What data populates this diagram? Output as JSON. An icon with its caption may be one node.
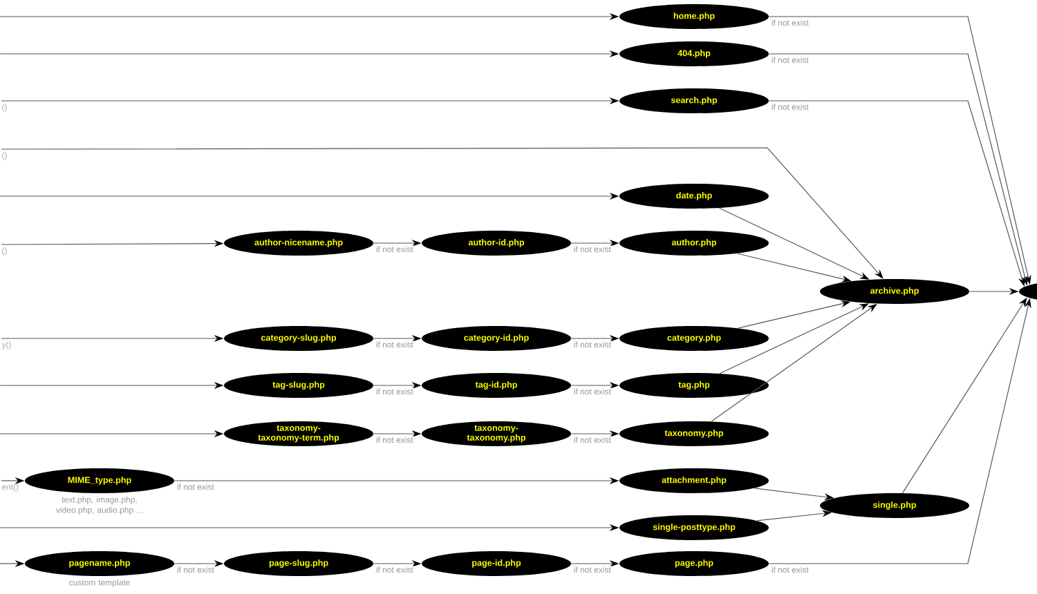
{
  "diagram": {
    "nodes": [
      {
        "text": [
          "home.php"
        ]
      },
      {
        "text": [
          "404.php"
        ]
      },
      {
        "text": [
          "search.php"
        ]
      },
      {
        "text": [
          "date.php"
        ]
      },
      {
        "text": [
          "author-nicename.php"
        ]
      },
      {
        "text": [
          "author-id.php"
        ]
      },
      {
        "text": [
          "author.php"
        ]
      },
      {
        "text": [
          "category-slug.php"
        ]
      },
      {
        "text": [
          "category-id.php"
        ]
      },
      {
        "text": [
          "category.php"
        ]
      },
      {
        "text": [
          "tag-slug.php"
        ]
      },
      {
        "text": [
          "tag-id.php"
        ]
      },
      {
        "text": [
          "tag.php"
        ]
      },
      {
        "text": [
          "taxonomy-taxonomy-term.php"
        ]
      },
      {
        "text": [
          "taxonomy-taxonomy.php"
        ]
      },
      {
        "text": [
          "taxonomy.php"
        ]
      },
      {
        "text": [
          "MIME_type.php"
        ],
        "beside": [
          "text.php, image.php, video.php, audio.php ..."
        ]
      },
      {
        "text": [
          "attachment.php"
        ]
      },
      {
        "text": [
          "single-posttype.php"
        ]
      },
      {
        "text": [
          "pagename.php"
        ],
        "beside": [
          "custom template"
        ]
      },
      {
        "text": [
          "page-slug.php"
        ]
      },
      {
        "text": [
          "page-id.php"
        ]
      },
      {
        "text": [
          "page.php"
        ]
      },
      {
        "text": [
          "archive.php"
        ]
      },
      {
        "text": [
          "single.php"
        ]
      },
      {
        "text": [],
        "shape": "ellipse"
      },
      {
        "text": [
          "()"
        ]
      },
      {
        "text": [
          "()"
        ]
      },
      {
        "text": [
          "()"
        ]
      },
      {
        "text": [
          "y()"
        ]
      },
      {
        "text": [
          "ent()"
        ]
      }
    ],
    "edges": [
      {
        "from": null,
        "to": 0,
        "arrow": "to"
      },
      {
        "from": null,
        "to": 1,
        "arrow": "to"
      },
      {
        "from": 26,
        "to": 2,
        "arrow": "to"
      },
      {
        "from": 27,
        "to": 23,
        "arrow": "to"
      },
      {
        "from": null,
        "to": 3,
        "arrow": "to"
      },
      {
        "from": 28,
        "to": 4,
        "arrow": "to"
      },
      {
        "from": 29,
        "to": 7,
        "arrow": "to"
      },
      {
        "from": null,
        "to": 10,
        "arrow": "to"
      },
      {
        "from": null,
        "to": 13,
        "arrow": "to"
      },
      {
        "from": 30,
        "to": 16,
        "arrow": "to"
      },
      {
        "from": null,
        "to": 18,
        "arrow": "to"
      },
      {
        "from": null,
        "to": 19,
        "arrow": "to"
      },
      {
        "from": 4,
        "to": 5,
        "arrow": "to",
        "label": "if not exist"
      },
      {
        "from": 5,
        "to": 6,
        "arrow": "to",
        "label": "if not exist"
      },
      {
        "from": 7,
        "to": 8,
        "arrow": "to",
        "label": "if not exist"
      },
      {
        "from": 8,
        "to": 9,
        "arrow": "to",
        "label": "if not exist"
      },
      {
        "from": 10,
        "to": 11,
        "arrow": "to",
        "label": "if not exist"
      },
      {
        "from": 11,
        "to": 12,
        "arrow": "to",
        "label": "if not exist"
      },
      {
        "from": 13,
        "to": 14,
        "arrow": "to",
        "label": "if not exist"
      },
      {
        "from": 14,
        "to": 15,
        "arrow": "to",
        "label": "if not exist"
      },
      {
        "from": 16,
        "to": 17,
        "arrow": "to",
        "label": "if not exist"
      },
      {
        "from": 19,
        "to": 20,
        "arrow": "to",
        "label": "if not exist"
      },
      {
        "from": 20,
        "to": 21,
        "arrow": "to",
        "label": "if not exist"
      },
      {
        "from": 21,
        "to": 22,
        "arrow": "to",
        "label": "if not exist"
      },
      {
        "from": 3,
        "to": 23,
        "arrow": "to"
      },
      {
        "from": 6,
        "to": 23,
        "arrow": "to"
      },
      {
        "from": 9,
        "to": 23,
        "arrow": "to"
      },
      {
        "from": 12,
        "to": 23,
        "arrow": "to"
      },
      {
        "from": 15,
        "to": 23,
        "arrow": "to"
      },
      {
        "from": 17,
        "to": 24,
        "arrow": "to"
      },
      {
        "from": 18,
        "to": 24,
        "arrow": "to"
      },
      {
        "from": 0,
        "to": 25,
        "arrow": "to",
        "label": "if not exist"
      },
      {
        "from": 1,
        "to": 25,
        "arrow": "to",
        "label": "if not exist"
      },
      {
        "from": 2,
        "to": 25,
        "arrow": "to",
        "label": "if not exist"
      },
      {
        "from": 23,
        "to": 25,
        "arrow": "to"
      },
      {
        "from": 24,
        "to": 25,
        "arrow": "to"
      },
      {
        "from": 22,
        "to": 25,
        "arrow": "to",
        "label": "if not exist"
      }
    ]
  }
}
